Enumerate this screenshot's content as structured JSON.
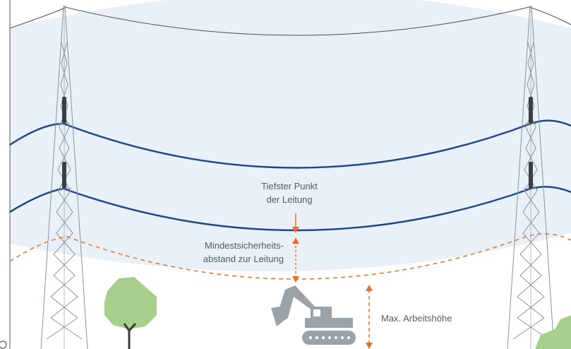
{
  "labels": {
    "lowest_point_line1": "Tiefster Punkt",
    "lowest_point_line2": "der Leitung",
    "safety_distance_line1": "Mindestsicherheits-",
    "safety_distance_line2": "abstand zur Leitung",
    "max_working_height": "Max. Arbeitshöhe"
  },
  "colors": {
    "sky_zone": "#e9f0f7",
    "conductor": "#1e4a8c",
    "top_wire": "#4a4f55",
    "safety_boundary": "#e8702a",
    "dimension_arrows": "#e8702a",
    "pylon": "#8a949c",
    "insulator": "#3a3f45",
    "tree_crown": "#a7cf8c",
    "tree_trunk": "#3b3b3b",
    "excavator": "#9aa3aa",
    "label_text": "#555b61"
  },
  "icons": {
    "pylons": [
      "transmission-tower-icon",
      "transmission-tower-icon"
    ],
    "tree": "tree-icon",
    "excavator": "excavator-icon",
    "shrub": "shrub-icon"
  }
}
